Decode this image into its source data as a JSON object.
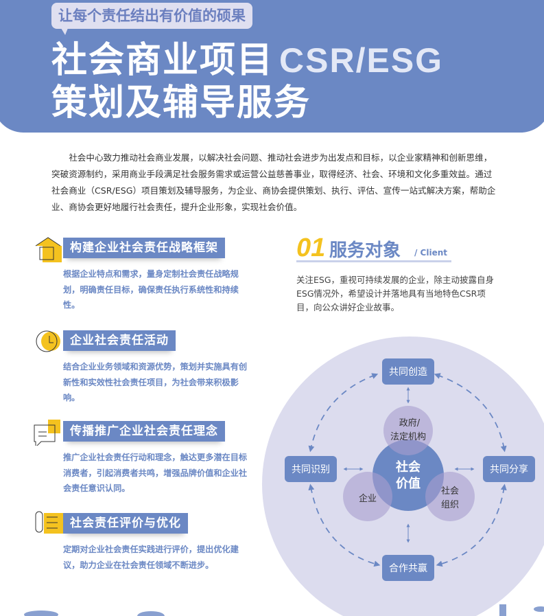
{
  "header": {
    "tagline": "让每个责任结出有价值的硕果",
    "title_line1": "社会商业项目",
    "title_en": "CSR/ESG",
    "title_line2": "策划及辅导服务"
  },
  "intro": "社会中心致力推动社会商业发展，以解决社会问题、推动社会进步为出发点和目标，以企业家精神和创新思维，突破资源制约，采用商业手段满足社会服务需求或运营公益慈善事业，取得经济、社会、环境和文化多重效益。通过社会商业（CSR/ESG）项目策划及辅导服务，为企业、商协会提供策划、执行、评估、宣传一站式解决方案，帮助企业、商协会更好地履行社会责任，提升企业形象，实现社会价值。",
  "sections": [
    {
      "title": "构建企业社会责任战略框架",
      "text": "根据企业特点和需求，量身定制社会责任战略规划，明确责任目标，确保责任执行系统性和持续性。"
    },
    {
      "title": "企业社会责任活动",
      "text": "结合企业业务领域和资源优势，策划并实施具有创新性和实效性社会责任项目，为社会带来积极影响。"
    },
    {
      "title": "传播推广企业社会责任理念",
      "text": "推广企业社会责任行动和理念，触达更多潜在目标消费者，引起消费者共鸣，增强品牌价值和企业社会责任意识认同。"
    },
    {
      "title": "社会责任评价与优化",
      "text": "定期对企业社会责任实践进行评价，提出优化建议，助力企业在社会责任领域不断进步。"
    }
  ],
  "client": {
    "num": "01",
    "title": "服务对象",
    "en": "/ Client",
    "text": "关注ESG，重视可持续发展的企业，除主动披露自身ESG情况外，希望设计并落地具有当地特色CSR项目，向公众讲好企业故事。"
  },
  "diagram": {
    "top": "共同创造",
    "left": "共同识别",
    "right": "共同分享",
    "bottom": "合作共赢",
    "center_l1": "社会",
    "center_l2": "价值",
    "gov_l1": "政府/",
    "gov_l2": "法定机构",
    "enterprise": "企业",
    "org_l1": "社会",
    "org_l2": "组织"
  },
  "colors": {
    "primary": "#6b88c4",
    "accent": "#f4c21f",
    "circle_bg": "#dcdcee"
  }
}
